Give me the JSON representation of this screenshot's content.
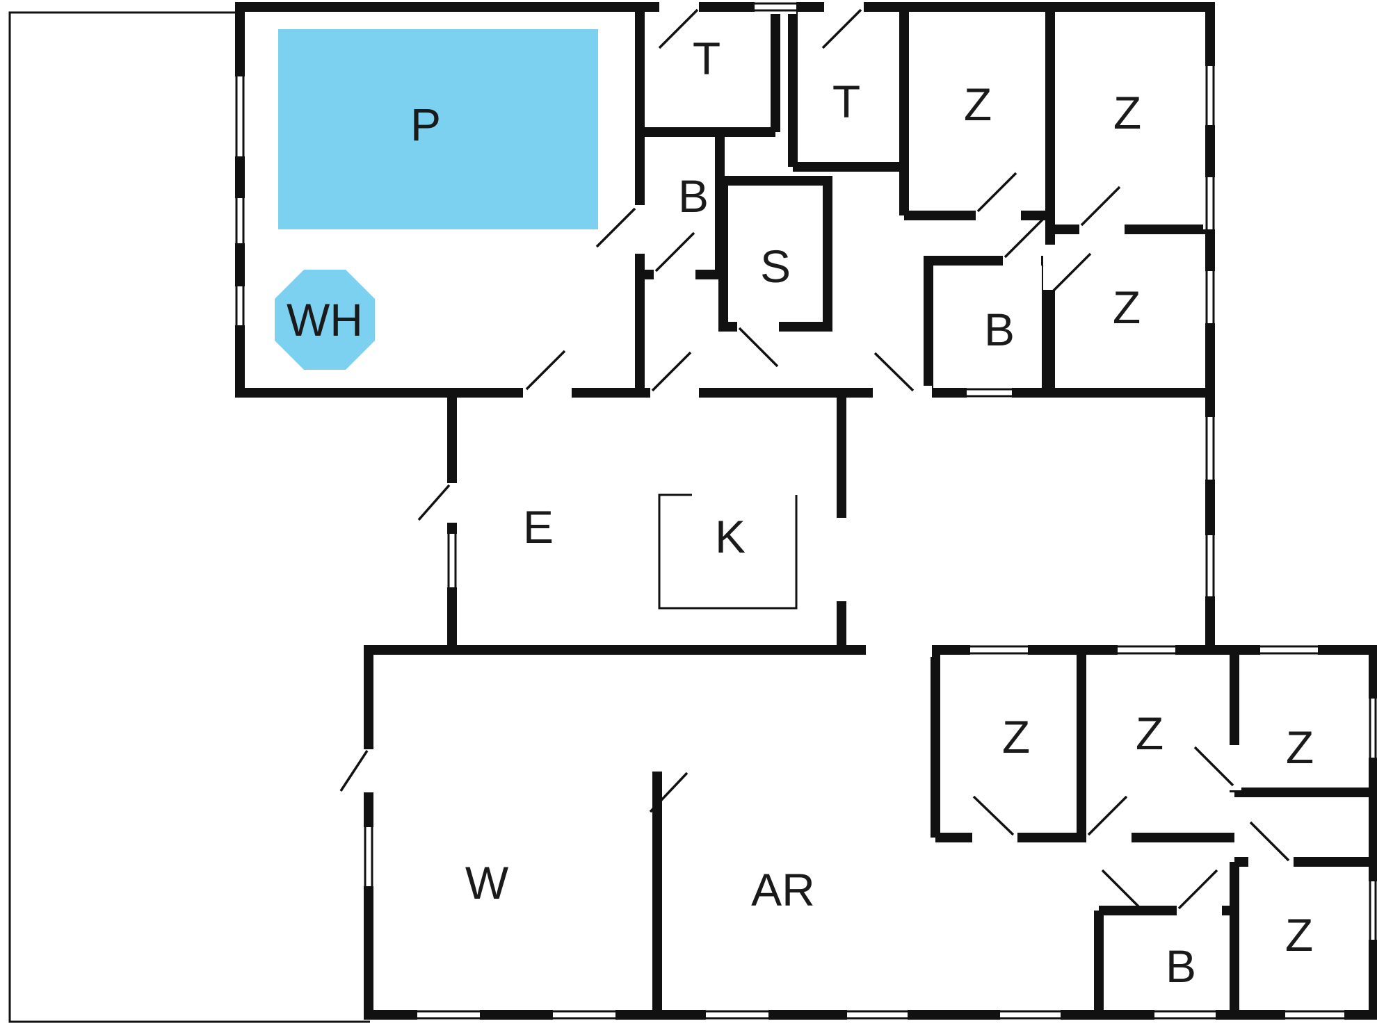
{
  "floorplan": {
    "colors": {
      "water": "#7cd0f0",
      "wall": "#111111",
      "background": "#ffffff"
    },
    "rooms": [
      {
        "id": "pool",
        "label": "P"
      },
      {
        "id": "whirlpool",
        "label": "WH"
      },
      {
        "id": "toilet-1",
        "label": "T"
      },
      {
        "id": "toilet-2",
        "label": "T"
      },
      {
        "id": "bathroom-1",
        "label": "B"
      },
      {
        "id": "sauna",
        "label": "S"
      },
      {
        "id": "bedroom-1",
        "label": "Z"
      },
      {
        "id": "bedroom-2",
        "label": "Z"
      },
      {
        "id": "bathroom-2",
        "label": "B"
      },
      {
        "id": "bedroom-3",
        "label": "Z"
      },
      {
        "id": "entrance-hall",
        "label": "E"
      },
      {
        "id": "kitchen",
        "label": "K"
      },
      {
        "id": "living-room",
        "label": "W"
      },
      {
        "id": "activity-room",
        "label": "AR"
      },
      {
        "id": "bedroom-4",
        "label": "Z"
      },
      {
        "id": "bedroom-5",
        "label": "Z"
      },
      {
        "id": "bedroom-6",
        "label": "Z"
      },
      {
        "id": "bathroom-3",
        "label": "B"
      },
      {
        "id": "bedroom-7",
        "label": "Z"
      }
    ]
  }
}
